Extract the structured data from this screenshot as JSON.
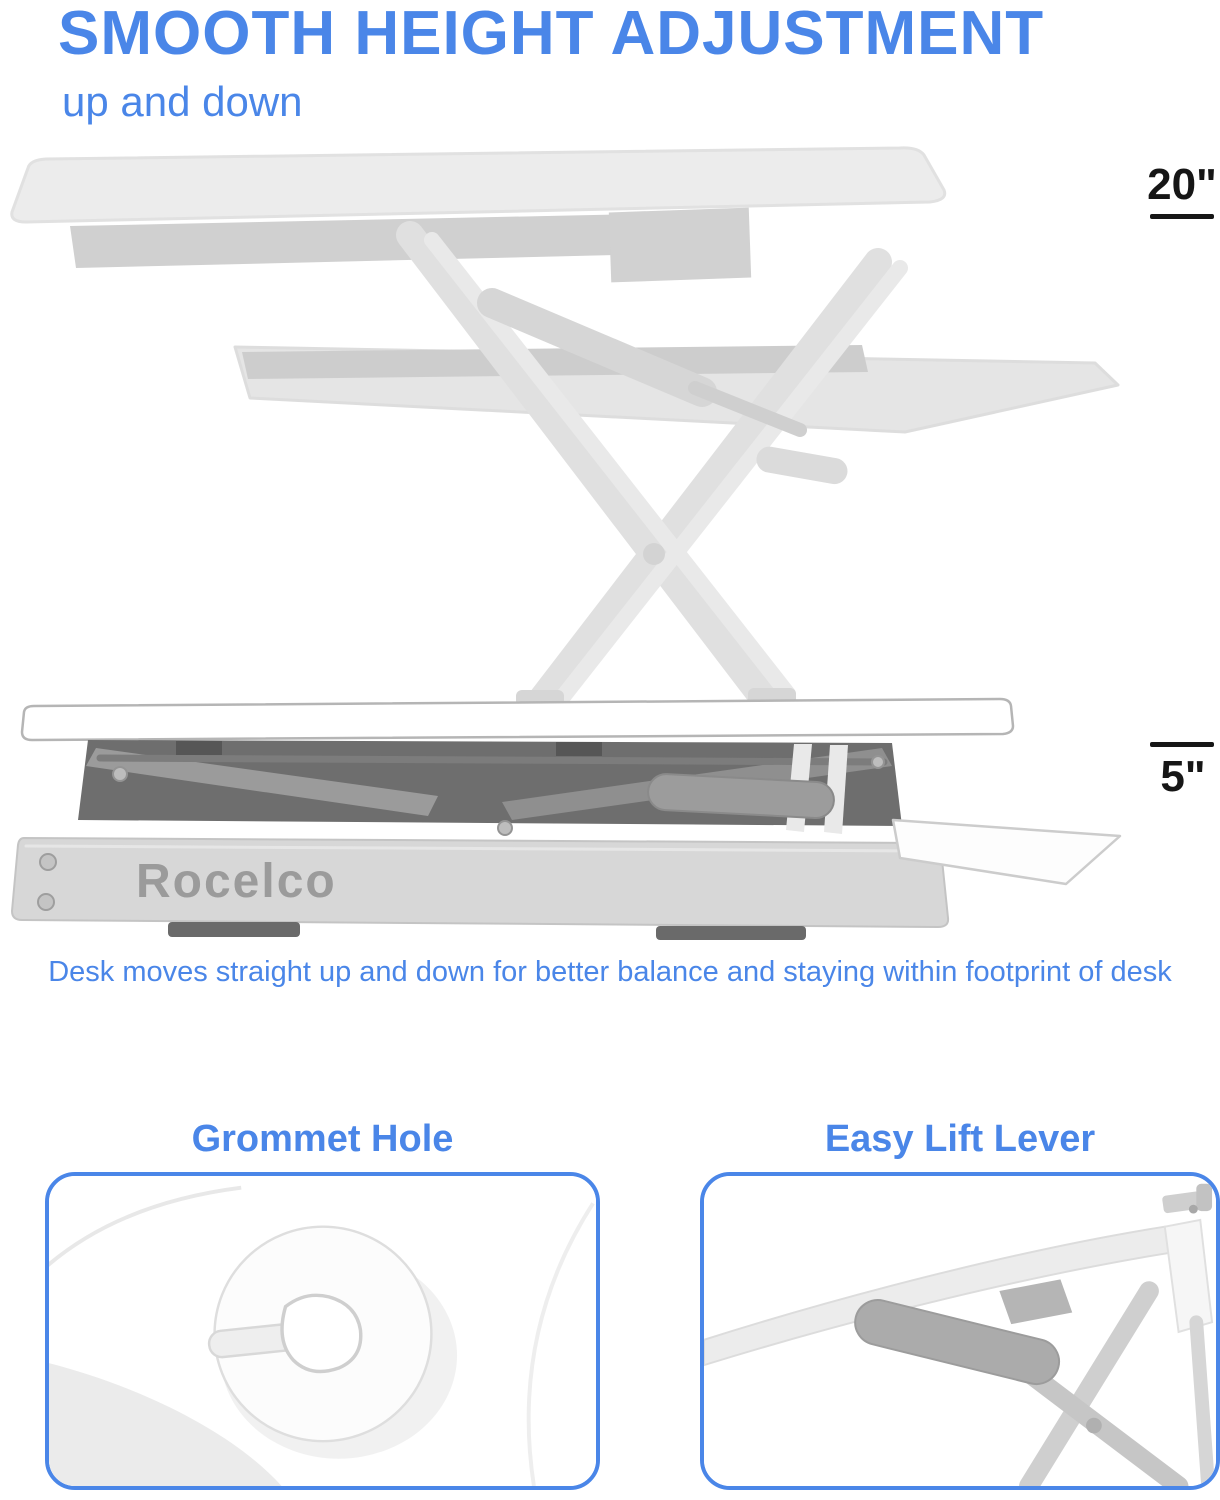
{
  "colors": {
    "accent": "#4a86e8",
    "ink": "#161616",
    "ghost_gray": "#d9d9d9"
  },
  "header": {
    "title": "SMOOTH HEIGHT ADJUSTMENT",
    "subtitle": "up and down"
  },
  "measurements": {
    "raised_height": "20\"",
    "lowered_height": "5\""
  },
  "brand": {
    "label": "Rocelco"
  },
  "caption": {
    "text": "Desk moves straight up and down for better balance and staying within footprint of desk"
  },
  "details": {
    "grommet": {
      "label": "Grommet Hole"
    },
    "lever": {
      "label": "Easy Lift Lever"
    }
  }
}
